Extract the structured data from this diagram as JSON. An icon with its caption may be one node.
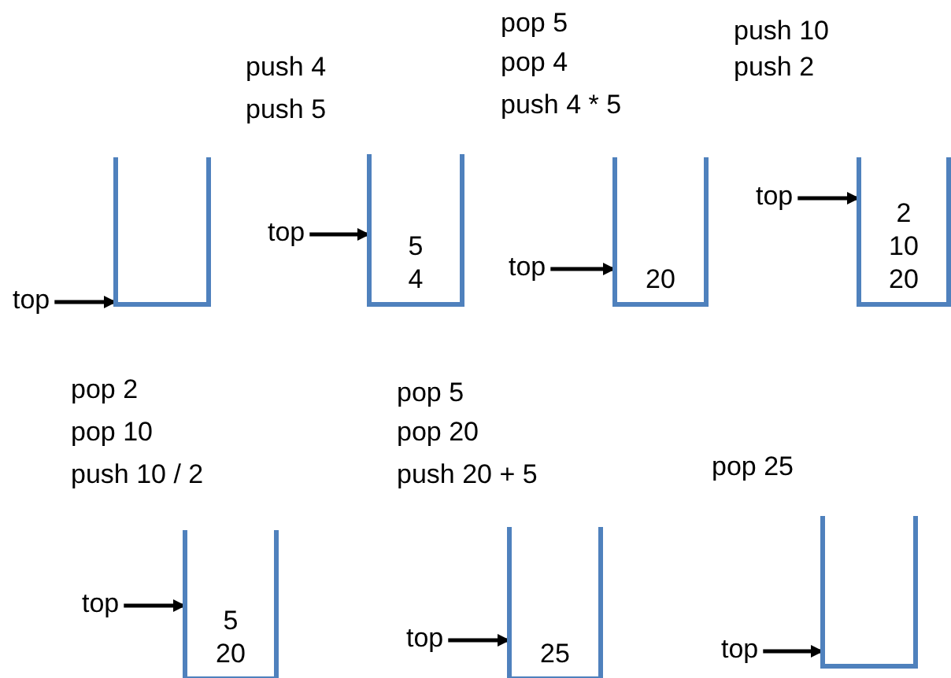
{
  "diagram": {
    "nodes": [
      {
        "text": [],
        "shape": "box"
      },
      {
        "text": [
          "top"
        ]
      },
      {
        "text": [
          "5",
          "4"
        ]
      },
      {
        "text": [
          "top"
        ]
      },
      {
        "text": [
          "20"
        ]
      },
      {
        "text": [
          "top"
        ]
      },
      {
        "text": [
          "2",
          "10",
          "20"
        ]
      },
      {
        "text": [
          "top"
        ]
      },
      {
        "text": [
          "5",
          "20"
        ]
      },
      {
        "text": [
          "top"
        ]
      },
      {
        "text": [
          "25"
        ]
      },
      {
        "text": [
          "top"
        ]
      },
      {
        "text": [],
        "shape": "box"
      },
      {
        "text": [
          "top"
        ]
      }
    ],
    "edges": [
      {
        "from": 1,
        "to": 0,
        "arrow": "to"
      },
      {
        "from": 3,
        "to": 2,
        "arrow": "to"
      },
      {
        "from": 5,
        "to": 4,
        "arrow": "to"
      },
      {
        "from": 7,
        "to": 6,
        "arrow": "to"
      },
      {
        "from": 9,
        "to": 8,
        "arrow": "to"
      },
      {
        "from": 11,
        "to": 10,
        "arrow": "to"
      },
      {
        "from": 13,
        "to": 12,
        "arrow": "to"
      }
    ],
    "labels": [
      "pop 5",
      "push 10",
      "push 4",
      "pop 4",
      "push 2",
      "push 5",
      "push 4 * 5",
      "pop 2",
      "pop 5",
      "pop 10",
      "pop 20",
      "push 10 / 2",
      "push 20 + 5",
      "pop 25"
    ]
  }
}
